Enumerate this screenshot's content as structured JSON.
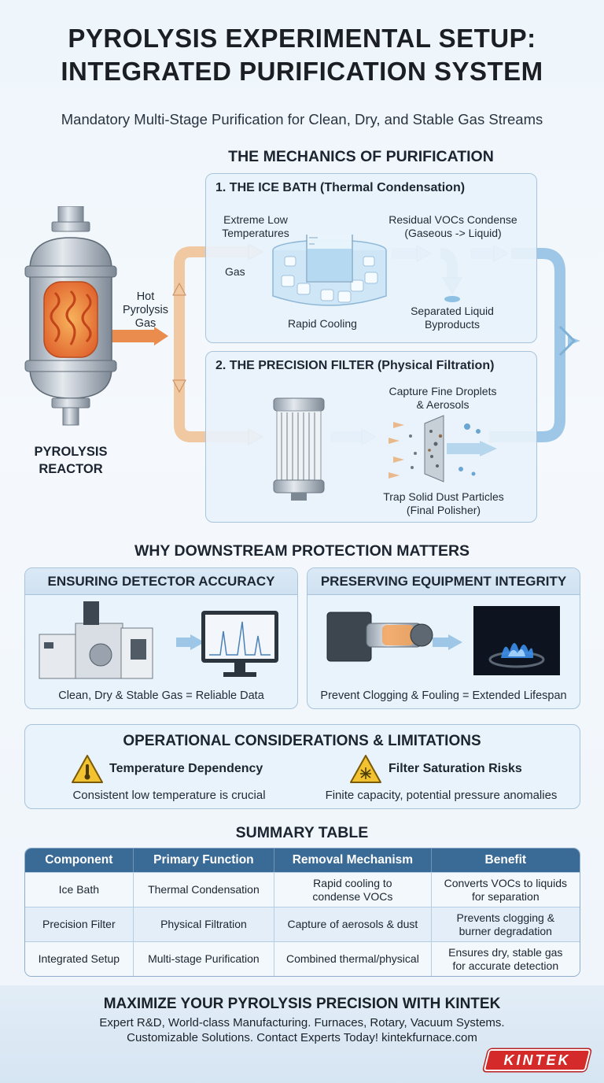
{
  "header": {
    "title_line1": "PYROLYSIS EXPERIMENTAL SETUP:",
    "title_line2": "INTEGRATED PURIFICATION SYSTEM",
    "subtitle": "Mandatory Multi-Stage Purification for Clean, Dry, and Stable Gas Streams"
  },
  "mechanics": {
    "heading": "THE MECHANICS OF PURIFICATION",
    "reactor_label_line1": "PYROLYSIS",
    "reactor_label_line2": "REACTOR",
    "hot_gas_line1": "Hot",
    "hot_gas_line2": "Pyrolysis",
    "hot_gas_line3": "Gas",
    "ice_bath": {
      "title": "1. THE ICE BATH (Thermal Condensation)",
      "extreme_line1": "Extreme Low",
      "extreme_line2": "Temperatures",
      "gas": "Gas",
      "rapid_cooling": "Rapid Cooling",
      "vocs_line1": "Residual VOCs Condense",
      "vocs_line2": "(Gaseous -> Liquid)",
      "separated_line1": "Separated Liquid",
      "separated_line2": "Byproducts"
    },
    "filter": {
      "title": "2. THE PRECISION FILTER (Physical Filtration)",
      "capture_line1": "Capture Fine Droplets",
      "capture_line2": "& Aerosols",
      "trap_line1": "Trap Solid Dust Particles",
      "trap_line2": "(Final Polisher)"
    }
  },
  "protection": {
    "heading": "WHY DOWNSTREAM PROTECTION MATTERS",
    "left": {
      "title": "ENSURING DETECTOR ACCURACY",
      "caption": "Clean, Dry & Stable Gas = Reliable Data"
    },
    "right": {
      "title": "PRESERVING EQUIPMENT INTEGRITY",
      "caption": "Prevent Clogging & Fouling = Extended Lifespan"
    }
  },
  "considerations": {
    "heading": "OPERATIONAL CONSIDERATIONS & LIMITATIONS",
    "items": [
      {
        "title": "Temperature Dependency",
        "text": "Consistent low temperature is crucial",
        "icon": "thermometer-warning-icon"
      },
      {
        "title": "Filter Saturation Risks",
        "text": "Finite capacity, potential pressure anomalies",
        "icon": "filter-warning-icon"
      }
    ]
  },
  "summary": {
    "heading": "SUMMARY TABLE",
    "columns": [
      "Component",
      "Primary Function",
      "Removal Mechanism",
      "Benefit"
    ],
    "rows": [
      {
        "component": "Ice Bath",
        "function": "Thermal Condensation",
        "mechanism_line1": "Rapid cooling to",
        "mechanism_line2": "condense VOCs",
        "benefit_line1": "Converts VOCs to liquids",
        "benefit_line2": "for separation"
      },
      {
        "component": "Precision Filter",
        "function": "Physical Filtration",
        "mechanism_line1": "Capture of aerosols & dust",
        "mechanism_line2": "",
        "benefit_line1": "Prevents clogging &",
        "benefit_line2": "burner degradation"
      },
      {
        "component": "Integrated Setup",
        "function": "Multi-stage Purification",
        "mechanism_line1": "Combined thermal/physical",
        "mechanism_line2": "",
        "benefit_line1": "Ensures dry, stable gas",
        "benefit_line2": "for accurate detection"
      }
    ]
  },
  "footer": {
    "title": "MAXIMIZE YOUR PYROLYSIS PRECISION WITH KINTEK",
    "line1": "Expert R&D, World-class Manufacturing. Furnaces, Rotary, Vacuum Systems.",
    "line2": "Customizable Solutions. Contact Experts Today! kintekfurnace.com",
    "logo": "KINTEK"
  },
  "colors": {
    "accent_blue": "#3a6a96",
    "hot_orange": "#e88a4a",
    "cool_blue": "#7fb1d8",
    "logo_red": "#d42a2a",
    "warning_yellow": "#f2c230"
  }
}
